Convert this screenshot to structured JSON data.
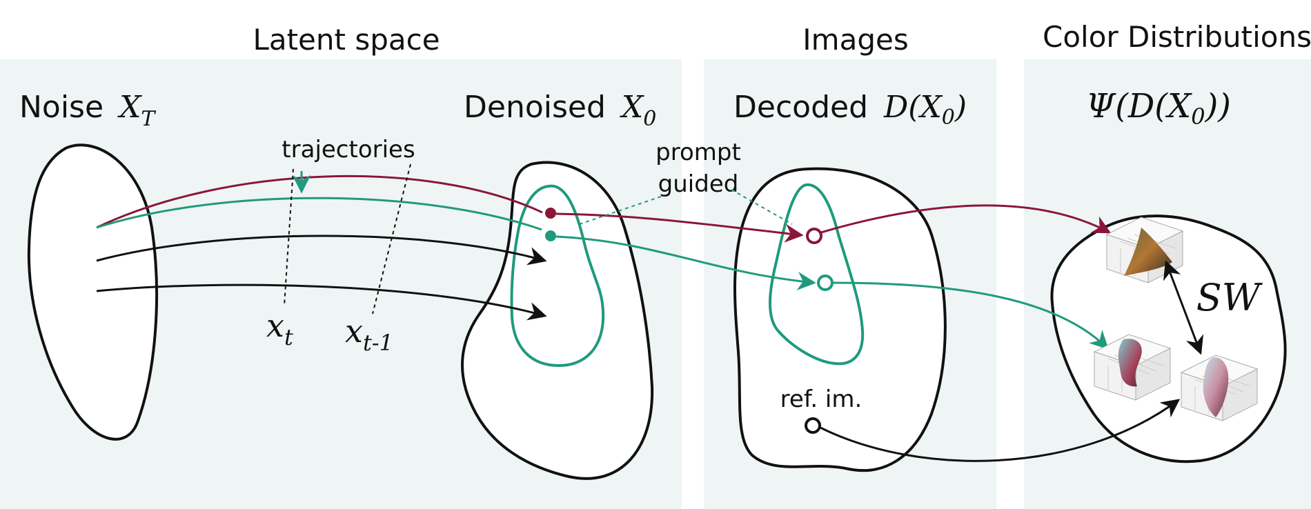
{
  "panels": {
    "latent": {
      "title": "Latent space"
    },
    "images": {
      "title": "Images"
    },
    "color": {
      "title": "Color Distributions"
    }
  },
  "labels": {
    "noise_prefix": "Noise",
    "noise_var": "X",
    "noise_sub": "T",
    "denoised_prefix": "Denoised",
    "denoised_var": "X",
    "denoised_sub": "0",
    "decoded_prefix": "Decoded",
    "decoded_expr_a": "D(",
    "decoded_expr_var": "X",
    "decoded_expr_sub": "0",
    "decoded_expr_b": ")",
    "psi_expr_a": "Ψ(D(",
    "psi_expr_var": "X",
    "psi_expr_sub": "0",
    "psi_expr_b": "))",
    "trajectories": "trajectories",
    "prompt_line1": "prompt",
    "prompt_line2": "guided",
    "xt_var": "x",
    "xt_sub": "t",
    "xt1_var": "x",
    "xt1_sub": "t-1",
    "ref_image": "ref. im.",
    "sw": "SW"
  },
  "colors": {
    "panel_bg": "#eef5f4",
    "crimson": "#8b1538",
    "teal": "#1f9a7d",
    "black": "#111111"
  }
}
